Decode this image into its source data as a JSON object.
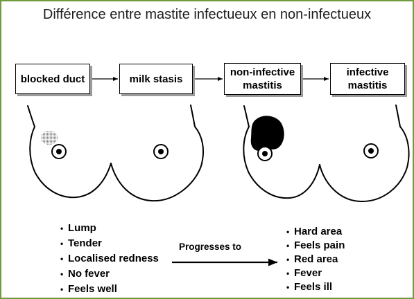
{
  "title": "Différence entre mastite infectueux en non-infectueux",
  "flow": {
    "steps": [
      "blocked duct",
      "milk stasis",
      "non-infective mastitis",
      "infective mastitis"
    ]
  },
  "left_symptoms": [
    "Lump",
    "Tender",
    "Localised redness",
    "No fever",
    "Feels well"
  ],
  "progression_label": "Progresses to",
  "right_symptoms": [
    "Hard area",
    "Feels pain",
    "Red area",
    "Fever",
    "Feels ill"
  ],
  "colors": {
    "frame_border": "#6f9b3d",
    "ink": "#000000",
    "affected_area_mild": "#7a7a7a",
    "affected_area_severe": "#000000"
  }
}
